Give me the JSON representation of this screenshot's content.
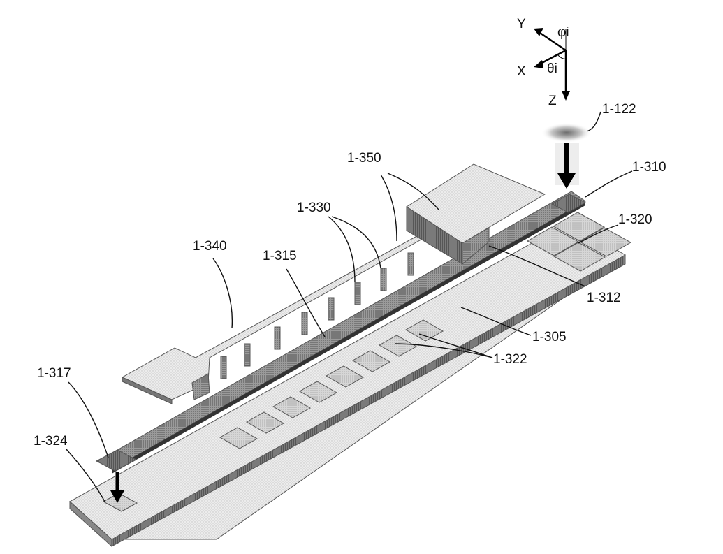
{
  "figure": {
    "labels": {
      "source": "1-122",
      "input_coupler": "1-310",
      "output_coupler": "1-317",
      "waveguide": "1-315",
      "waveguide_taper": "1-312",
      "pillars": "1-330",
      "cover_slab": "1-340",
      "beam_blocks": "1-350",
      "substrate": "1-305",
      "detector_array": "1-320",
      "sample_wells": "1-322",
      "output_detector": "1-324"
    },
    "axes": {
      "x": "X",
      "y": "Y",
      "z": "Z",
      "phi": "φi",
      "theta": "θi"
    }
  }
}
